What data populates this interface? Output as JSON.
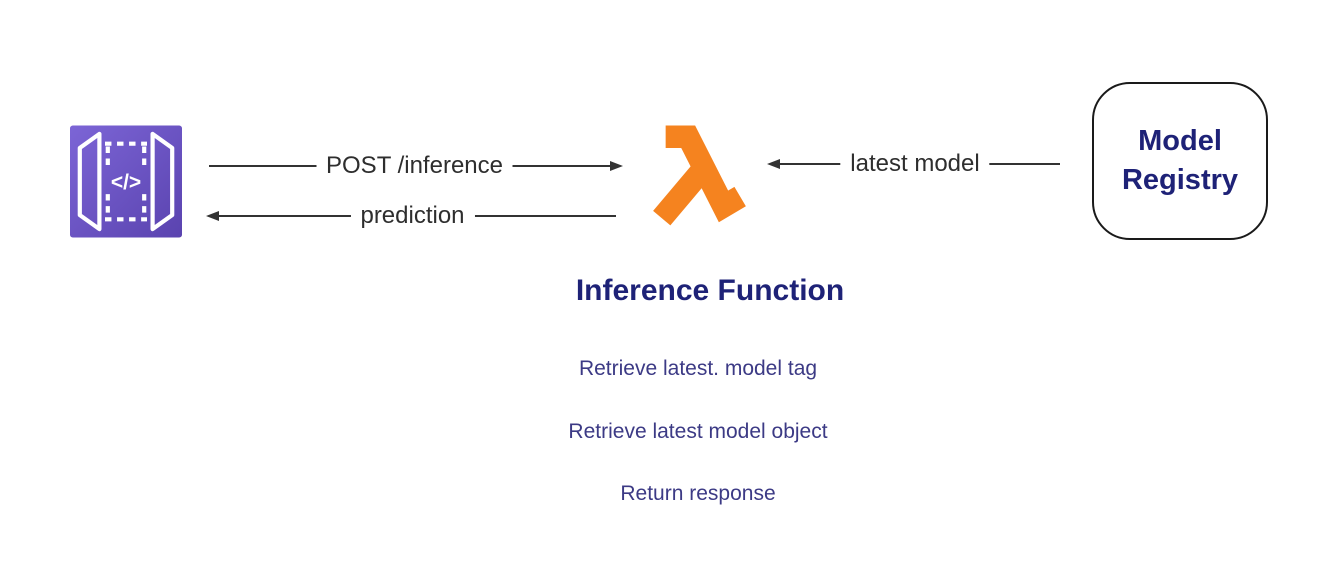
{
  "colors": {
    "lambda_orange": "#F5831F",
    "navy": "#1E2277",
    "step_text": "#3C3A85",
    "arrow_line": "#333333",
    "arrow_label": "#2E2E2E",
    "gateway_purple_top": "#7C65D6",
    "gateway_purple_bottom": "#5A43AF",
    "registry_border": "#1A1A1A",
    "page_bg": "#FFFFFF"
  },
  "nodes": {
    "api_gateway": {
      "icon": "api-gateway",
      "code_glyph": "</>"
    },
    "lambda_function": {
      "icon": "aws-lambda",
      "title": "Inference Function",
      "steps": [
        "Retrieve latest. model tag",
        "Retrieve latest model object",
        "Return response"
      ]
    },
    "model_registry": {
      "label": "Model Registry"
    }
  },
  "arrows": {
    "request": {
      "label": "POST /inference",
      "direction": "right"
    },
    "response": {
      "label": "prediction",
      "direction": "left"
    },
    "model_fetch": {
      "label": "latest model",
      "direction": "left"
    }
  }
}
